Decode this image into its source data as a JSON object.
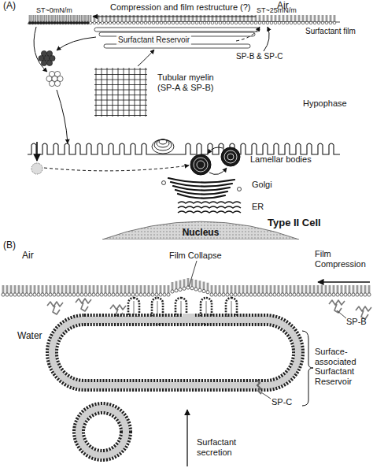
{
  "diagram": {
    "nodes": [
      {
        "text": [
          "Nucleus"
        ]
      }
    ],
    "labels": [
      "(A)",
      "Compression and film restructure (?)",
      "Air",
      "ST~0mN/m",
      "ST~25mN/m",
      "Surfactant film",
      "Surfactant Reservoir",
      "SP-B & SP-C",
      "Tubular myelin (SP-A & SP-B)",
      "Hypophase",
      "Lamellar bodies",
      "Golgi",
      "ER",
      "Type II Cell",
      "(B)",
      "Air",
      "Film Collapse",
      "Film Compression",
      "SP-B",
      "Water",
      "Surface-associated Surfactant Reservoir",
      "SP-C",
      "Surfactant secretion"
    ]
  }
}
